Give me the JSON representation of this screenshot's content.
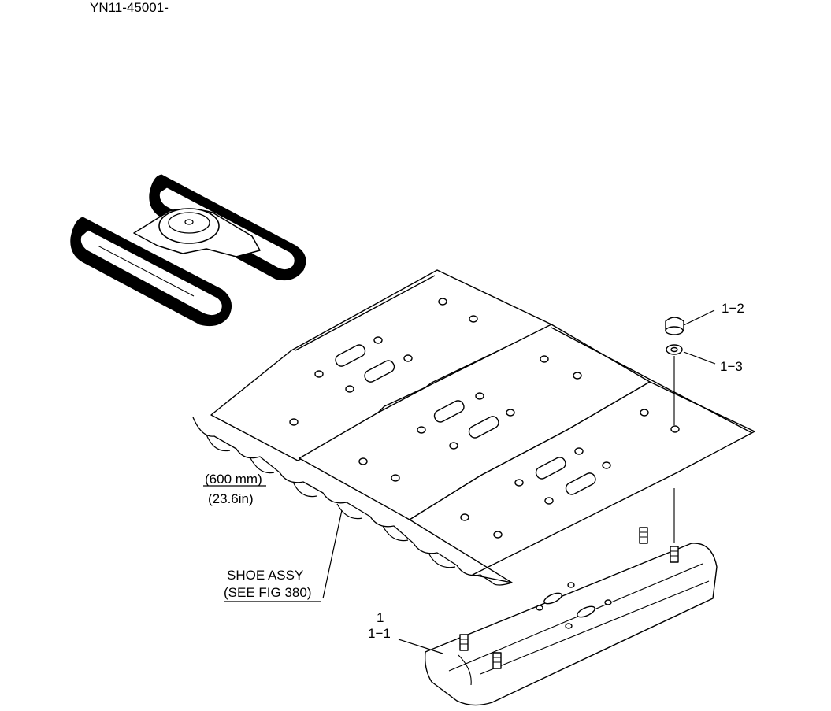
{
  "header": {
    "doc_id": "YN11-45001-"
  },
  "callouts": {
    "part_1_2": "1−2",
    "part_1_3": "1−3",
    "part_1": "1",
    "part_1_1": "1−1",
    "width_mm": "(600 mm)",
    "width_in": "(23.6in)",
    "shoe_assy_line1": "SHOE ASSY",
    "shoe_assy_line2": "(SEE FIG 380)"
  }
}
